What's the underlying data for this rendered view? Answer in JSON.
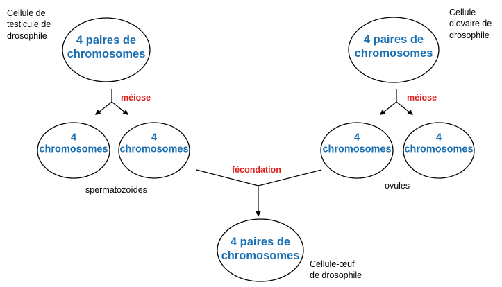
{
  "colors": {
    "node_text": "#1a6fb3",
    "process_label": "#e01e1e",
    "line": "#000000"
  },
  "testis_cell": {
    "lines": [
      "4 paires de",
      "chromosomes"
    ]
  },
  "ovary_cell": {
    "lines": [
      "4 paires de",
      "chromosomes"
    ]
  },
  "egg_cell": {
    "lines": [
      "4 paires de",
      "chromosomes"
    ]
  },
  "sperm_left": {
    "lines": [
      "4",
      "chromosomes"
    ]
  },
  "sperm_right": {
    "lines": [
      "4",
      "chromosomes"
    ]
  },
  "ovule_left": {
    "lines": [
      "4",
      "chromosomes"
    ]
  },
  "ovule_right": {
    "lines": [
      "4",
      "chromosomes"
    ]
  },
  "captions": {
    "testis": [
      "Cellule de",
      "testicule de",
      "drosophile"
    ],
    "ovary": [
      "Cellule",
      "d’ovaire de",
      "drosophile"
    ],
    "egg": [
      "Cellule-œuf",
      "de drosophile"
    ],
    "spermatozoa": "spermatozoïdes",
    "ovules": "ovules"
  },
  "labels": {
    "meiosis_left": "méiose",
    "meiosis_right": "méiose",
    "fertilization": "fécondation"
  }
}
